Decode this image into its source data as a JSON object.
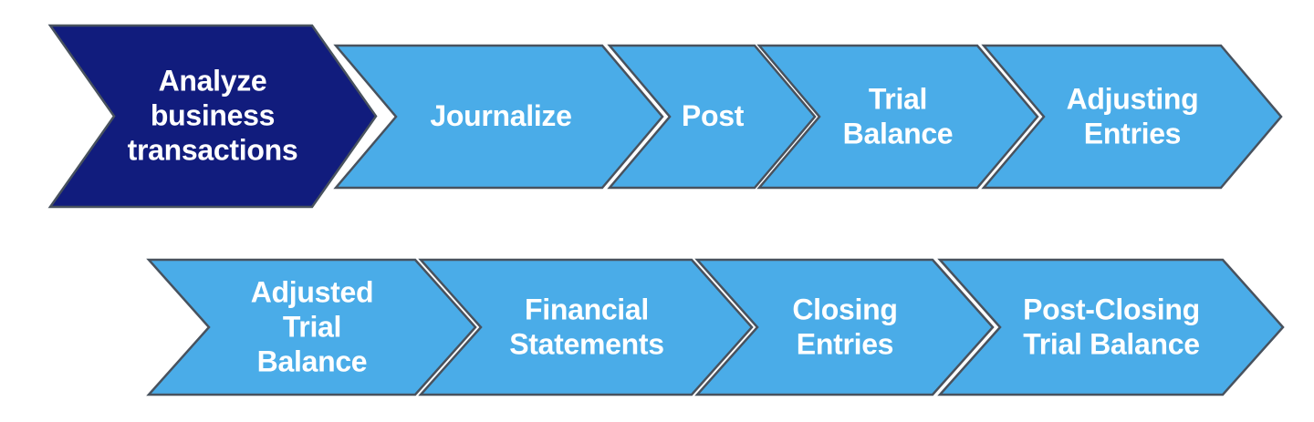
{
  "diagram": {
    "name": "Accounting cycle steps",
    "type": "process-flow-chevrons",
    "colors": {
      "primary_dark": "#111C7D",
      "primary_light": "#4AACE8",
      "outline": "#48525E",
      "label_text": "#FFFFFF",
      "background": "#FFFFFF"
    }
  },
  "steps": [
    {
      "label": "Analyze\nbusiness\ntransactions",
      "highlighted": true
    },
    {
      "label": "Journalize",
      "highlighted": false
    },
    {
      "label": "Post",
      "highlighted": false
    },
    {
      "label": "Trial\nBalance",
      "highlighted": false
    },
    {
      "label": "Adjusting\nEntries",
      "highlighted": false
    },
    {
      "label": "Adjusted\nTrial\nBalance",
      "highlighted": false
    },
    {
      "label": "Financial\nStatements",
      "highlighted": false
    },
    {
      "label": "Closing\nEntries",
      "highlighted": false
    },
    {
      "label": "Post-Closing\nTrial Balance",
      "highlighted": false
    }
  ]
}
